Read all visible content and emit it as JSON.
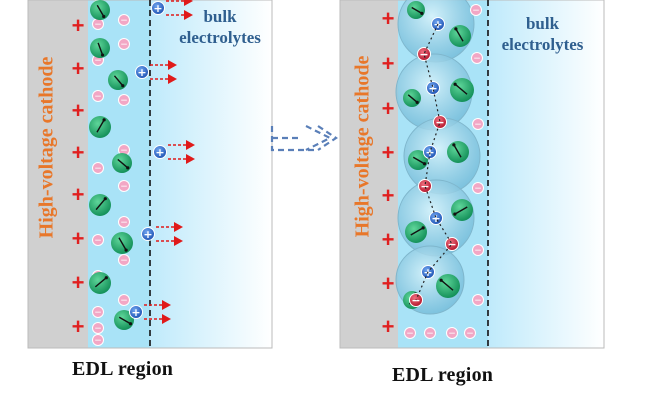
{
  "left_panel": {
    "cathode_label": "High-voltage cathode",
    "bulk_label_line1": "bulk",
    "bulk_label_line2": "electrolytes",
    "region_label": "EDL region"
  },
  "right_panel": {
    "cathode_label": "High-voltage cathode",
    "bulk_label_line1": "bulk",
    "bulk_label_line2": "electrolytes",
    "region_label": "EDL region"
  },
  "symbols": {
    "plus": "+",
    "minus": "−"
  },
  "colors": {
    "cathode_gray": "#d0d0d0",
    "edl_blue": "#a9e3f7",
    "bulk_blue": "#e4f6fd",
    "orange_text": "#e8772a",
    "plus_red": "#e02020",
    "anion_blue": "#1f5fc8",
    "cation_red": "#d6223a",
    "solvent_green": "#1fa46c",
    "small_pink": "#f2a7c5",
    "arrow_red": "#e01a1a",
    "transition_arrow": "#5a7fb8"
  },
  "icons": {
    "transition": "dashed-double-arrow-icon",
    "solvation_sphere": "solvation-sphere-icon"
  }
}
